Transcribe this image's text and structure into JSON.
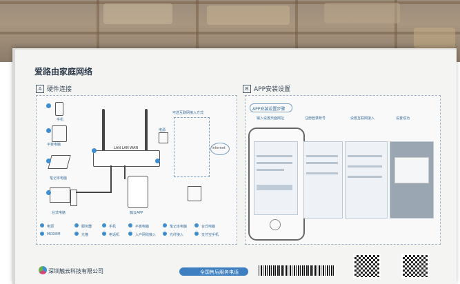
{
  "box": {
    "title": "爱路由家庭网络",
    "section_a": {
      "letter": "A",
      "label": "硬件连接"
    },
    "section_b": {
      "letter": "B",
      "label": "APP安装设置"
    },
    "devices": {
      "phone": "手机",
      "tablet": "平板电脑",
      "laptop": "笔记本电脑",
      "desktop": "台式电脑",
      "modem": "电源"
    },
    "router_ports": "LAN  LAN  WAN",
    "access_label": "可选互联网接入方式",
    "internet_label": "Internet",
    "app_label": "触云APP",
    "app_steps_title": "APP安装设置步骤",
    "app_steps": [
      "输入设置页面网址",
      "注册登录账号",
      "设置互联网接入",
      "设置成功"
    ],
    "legend": [
      [
        "电源",
        "MODEM"
      ],
      [
        "服务器",
        "光猫"
      ],
      [
        "手机",
        "电话机"
      ],
      [
        "平板电脑",
        "入户网线接入"
      ],
      [
        "笔记本电脑",
        "光纤接入"
      ],
      [
        "台式电脑",
        "支付宝手机"
      ]
    ],
    "company": "深圳触云科技有限公司",
    "service": "全国售后服务电话"
  }
}
